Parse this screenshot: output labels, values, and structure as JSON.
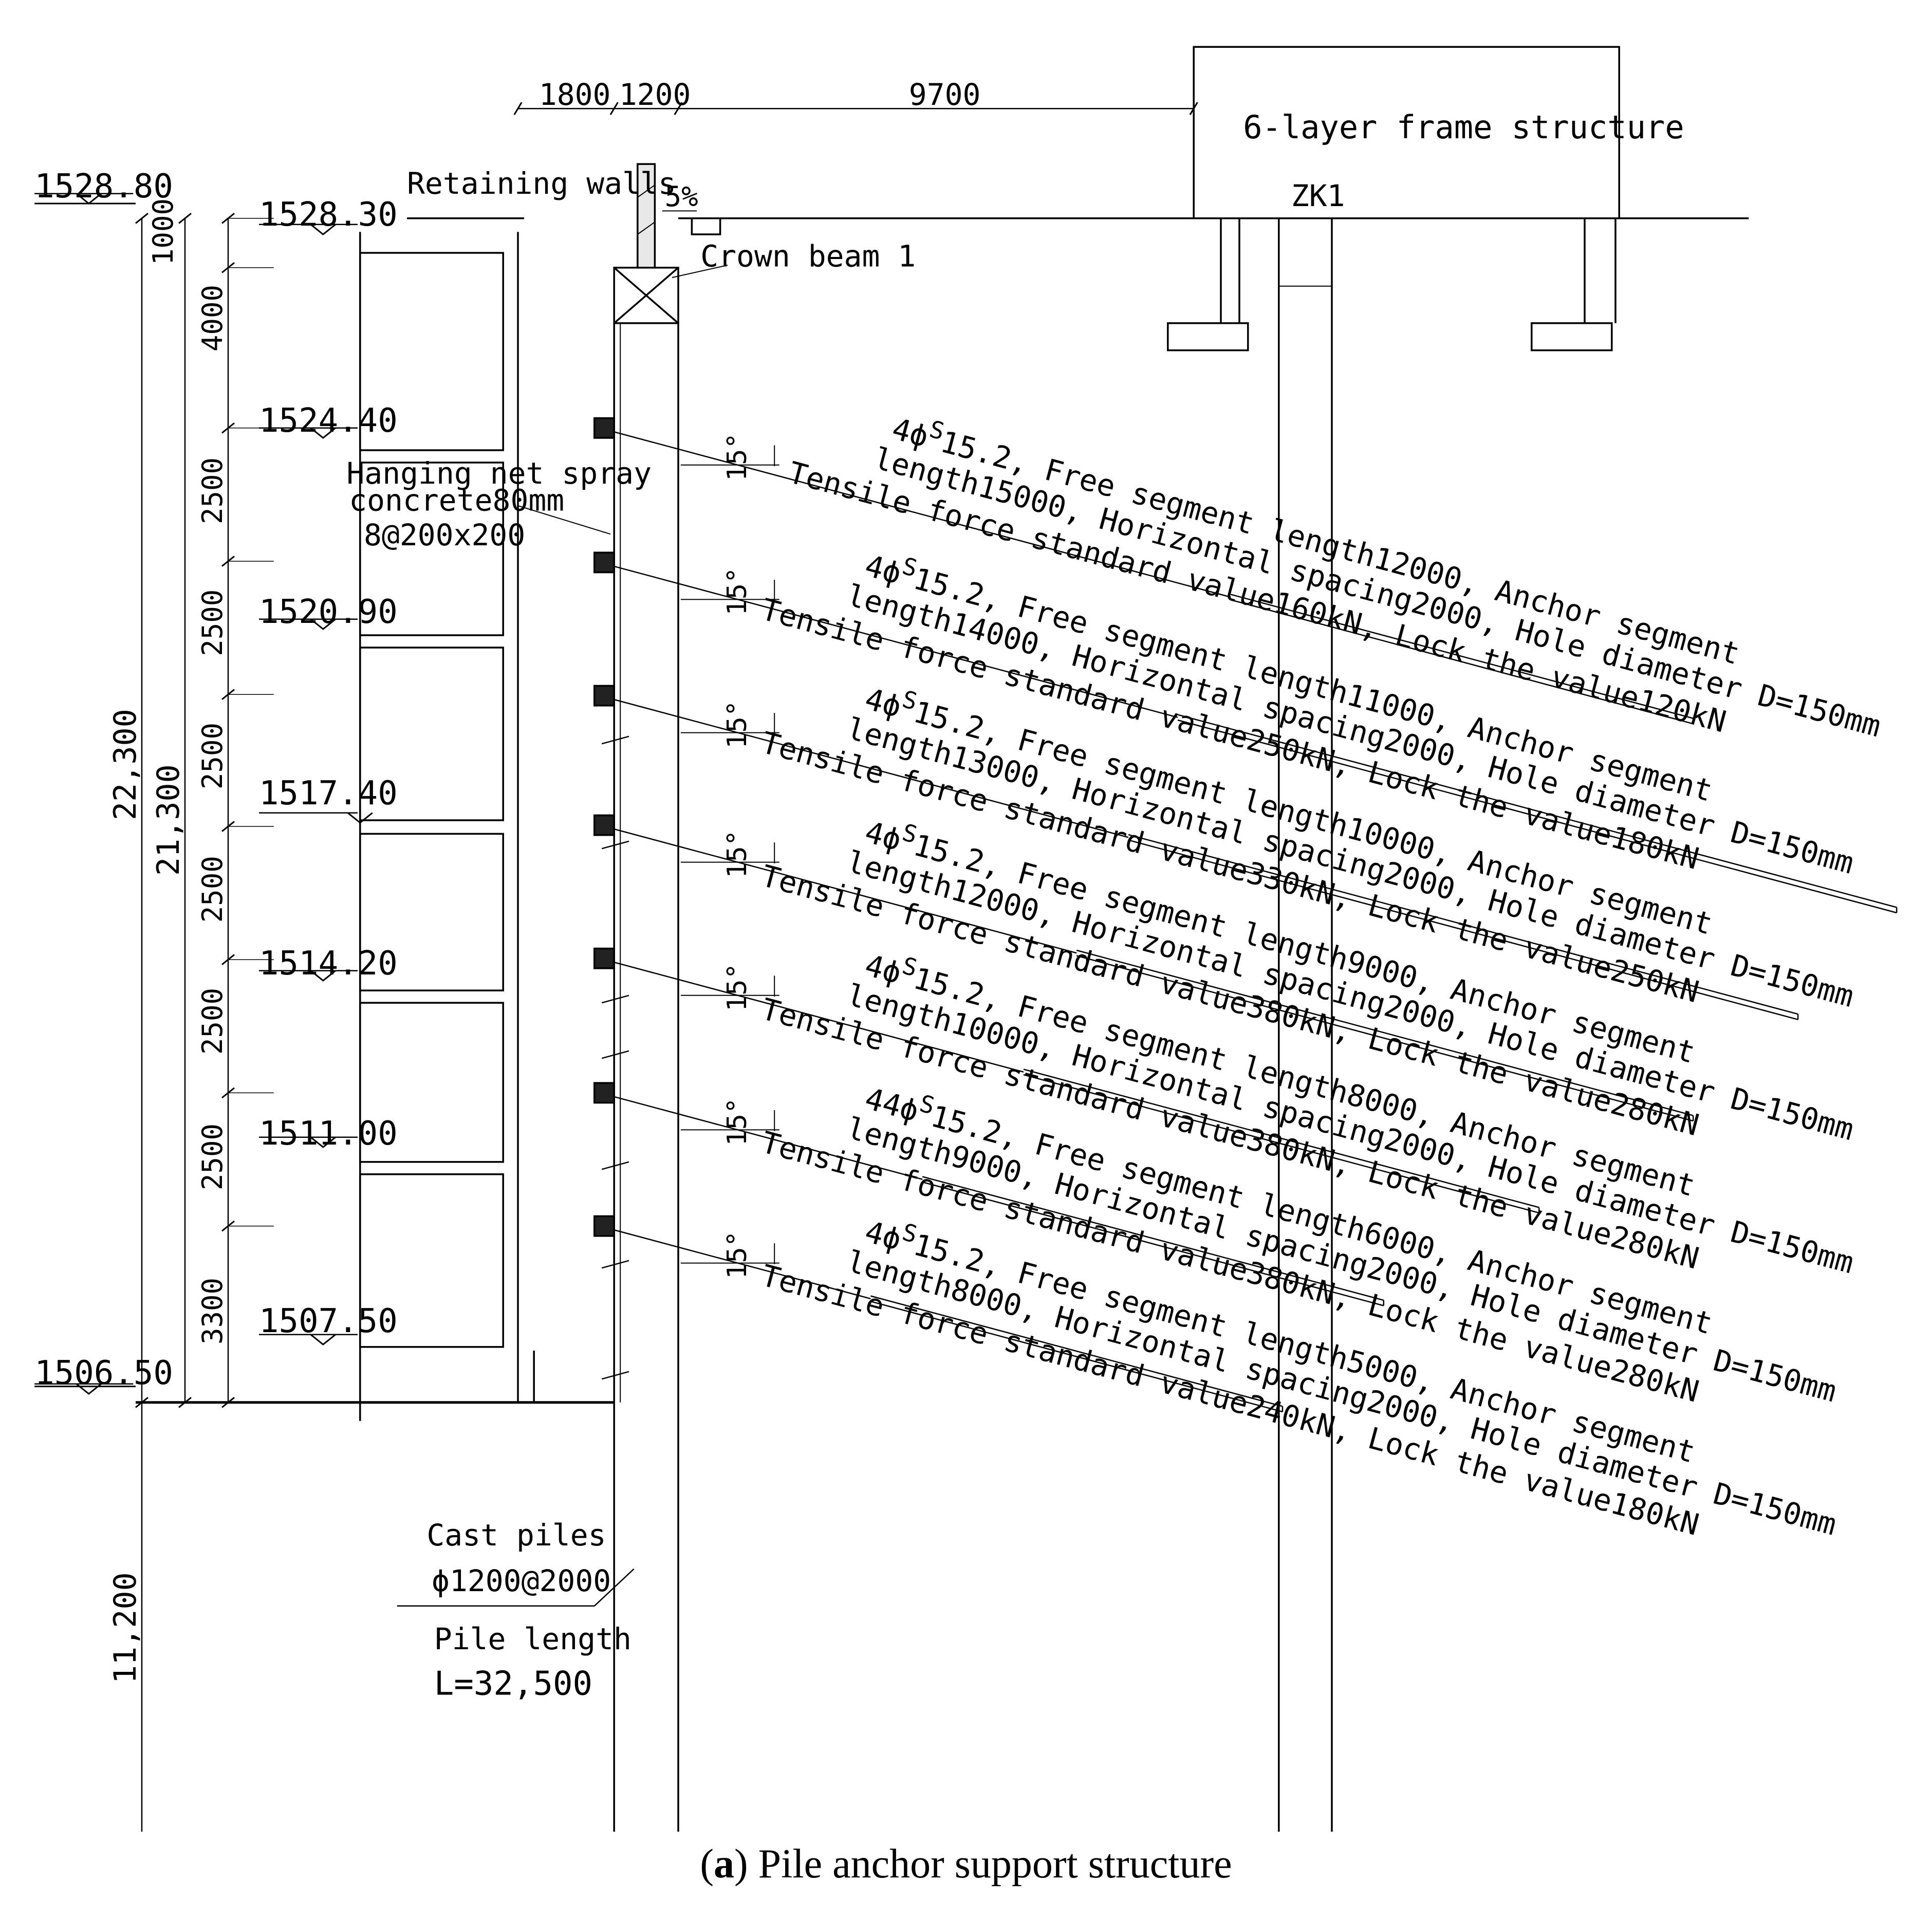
{
  "elevations": [
    "1528.80",
    "1528.30",
    "1524.40",
    "1520.90",
    "1517.40",
    "1514.20",
    "1511.00",
    "1507.50",
    "1506.50"
  ],
  "dimensions": {
    "top": [
      "1800",
      "1200",
      "9700"
    ],
    "vertical": [
      "1000",
      "4000",
      "2500",
      "2500",
      "2500",
      "2500",
      "2500",
      "2500",
      "3300"
    ],
    "total_1": "22,300",
    "total_2": "21,300",
    "pile_below": "11,200"
  },
  "labels": {
    "retaining_walls": "Retaining walls",
    "slope": "5%",
    "crown_beam": "Crown beam 1",
    "building": "6-layer frame structure",
    "borehole": "ZK1",
    "net_spray": [
      "Hanging net spray",
      "concrete80mm",
      "8@200x200"
    ],
    "cast_piles": [
      "Cast piles",
      "ϕ1200@2000"
    ],
    "pile_length": [
      "Pile length",
      "L=32,500"
    ],
    "angle": "15°"
  },
  "anchors": [
    {
      "bar": "4ϕ",
      "sup": "S",
      "line1": "15.2, Free segment length12000, Anchor segment",
      "line2": "length15000, Horizontal spacing2000, Hole diameter D=150mm",
      "line3": "Tensile force standard value160kN, Lock the value120kN"
    },
    {
      "bar": "4ϕ",
      "sup": "S",
      "line1": "15.2, Free segment length11000, Anchor segment",
      "line2": "length14000, Horizontal spacing2000, Hole diameter D=150mm",
      "line3": "Tensile force standard value250kN, Lock the value180kN"
    },
    {
      "bar": "4ϕ",
      "sup": "S",
      "line1": "15.2, Free segment length10000, Anchor segment",
      "line2": "length13000, Horizontal spacing2000, Hole diameter D=150mm",
      "line3": "Tensile force standard value330kN, Lock the value250kN"
    },
    {
      "bar": "4ϕ",
      "sup": "S",
      "line1": "15.2, Free segment length9000, Anchor segment",
      "line2": "length12000, Horizontal spacing2000, Hole diameter D=150mm",
      "line3": "Tensile force standard value380kN, Lock the value280kN"
    },
    {
      "bar": "4ϕ",
      "sup": "S",
      "line1": "15.2, Free segment length8000, Anchor segment",
      "line2": "length10000, Horizontal spacing2000, Hole diameter D=150mm",
      "line3": "Tensile force standard value380kN, Lock the value280kN"
    },
    {
      "bar": "44ϕ",
      "sup": "S",
      "line1": "15.2, Free segment length6000, Anchor segment",
      "line2": "length9000, Horizontal spacing2000, Hole diameter D=150mm",
      "line3": "Tensile force standard value380kN, Lock the value280kN"
    },
    {
      "bar": "4ϕ",
      "sup": "S",
      "line1": "15.2, Free segment length5000, Anchor segment",
      "line2": "length8000, Horizontal spacing2000, Hole diameter D=150mm",
      "line3": "Tensile force standard value240kN, Lock the value180kN"
    }
  ],
  "caption": {
    "tag": "a",
    "text": "Pile anchor support structure"
  }
}
